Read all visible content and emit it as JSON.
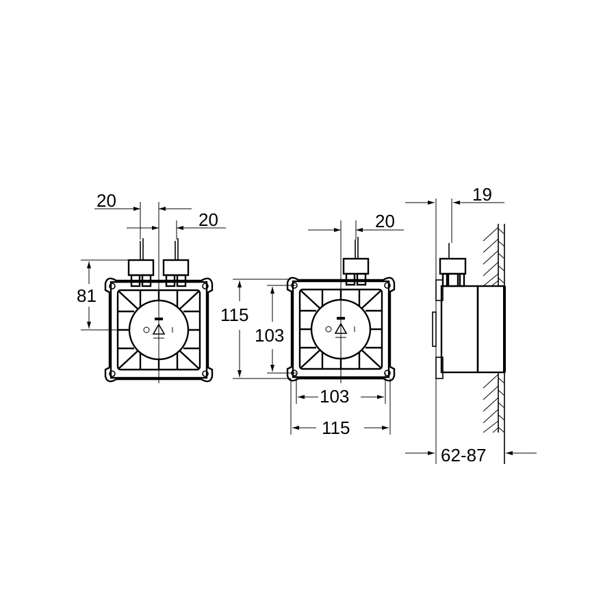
{
  "drawing": {
    "front_view_two_outlets": {
      "dim_left_outlet_offset": "20",
      "dim_right_outlet_offset": "20",
      "dim_outlet_height": "81"
    },
    "front_view_single_outlet": {
      "dim_outlet_offset": "20",
      "dim_outer_height": "115",
      "dim_inner_height": "103",
      "dim_inner_width": "103",
      "dim_outer_width": "115"
    },
    "side_view": {
      "dim_outlet_depth": "19",
      "dim_installation_depth": "62-87"
    },
    "colors": {
      "line": "#000000",
      "background": "#ffffff"
    }
  }
}
